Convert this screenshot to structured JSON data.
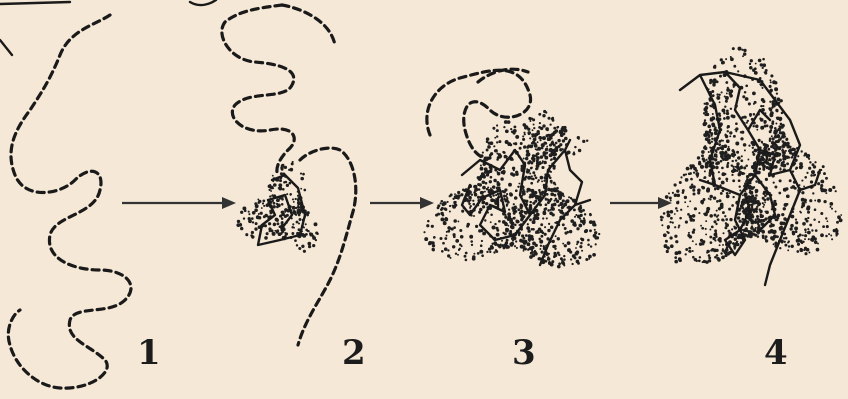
{
  "diagram": {
    "stages": [
      {
        "label": "1"
      },
      {
        "label": "2"
      },
      {
        "label": "3"
      },
      {
        "label": "4"
      }
    ],
    "colors": {
      "background": "#f6e8d6",
      "ink": "#1a1a1a"
    }
  }
}
